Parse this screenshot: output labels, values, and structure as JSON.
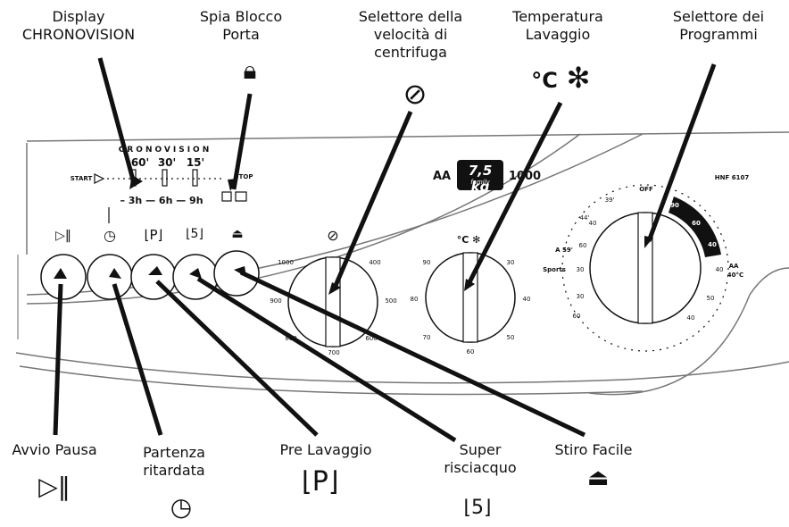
{
  "labels": {
    "display": "Display\nCHRONOVISION",
    "door_lock": "Spia Blocco\nPorta",
    "spin": "Selettore della\nvelocità di\ncentrifuga",
    "temperature": "Temperatura\nLavaggio",
    "programs": "Selettore dei\nProgrammi",
    "start_pause": "Avvio Pausa",
    "delay": "Partenza\nritardata",
    "prewash": "Pre Lavaggio",
    "super_rinse": "Super\nrisciacquo",
    "easy_iron": "Stiro Facile"
  },
  "panel": {
    "chronovision": "CRONOVISION",
    "start": "START",
    "stop": "STOP",
    "times": [
      "60'",
      "30'",
      "15'"
    ],
    "delay_scale": "– 3h — 6h — 9h",
    "capacity": "7,5 kg",
    "family": "family",
    "brand_prefix": "AA",
    "rpm": "1000",
    "model": "HNF 6107",
    "spin_values": [
      "1000",
      "400",
      "900",
      "500",
      "800",
      "600",
      "700"
    ],
    "temp_values": [
      "90",
      "30",
      "80",
      "40",
      "70",
      "50",
      "60"
    ],
    "temp_unit": "°C",
    "prog_values": [
      "OFF",
      "90",
      "60",
      "40",
      "40",
      "50",
      "40",
      "60",
      "30",
      "30",
      "60",
      "40"
    ],
    "prog_extra": [
      "39'",
      "44'",
      "A 59'",
      "Sports",
      "AA",
      "40°C"
    ]
  },
  "icons": {
    "lock": "padlock-icon",
    "spin": "spin-icon",
    "temp": "snowflake-icon",
    "play_pause": "play-pause-icon",
    "clock": "clock-icon",
    "prewash": "prewash-icon",
    "rinse": "super-rinse-icon",
    "iron": "easy-iron-icon"
  },
  "colors": {
    "ink": "#111111",
    "panel_line": "#888888",
    "dark_segment": "#111111"
  }
}
